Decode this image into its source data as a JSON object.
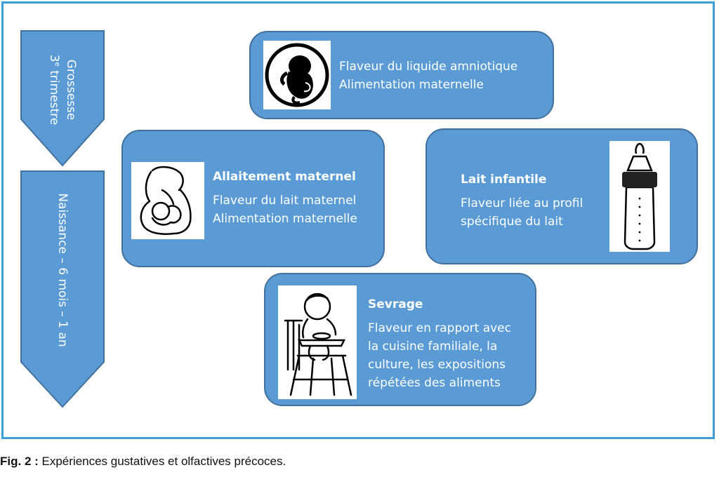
{
  "stages": {
    "pregnancy": {
      "line1": "Grossesse",
      "ordinal": "3",
      "sup": "e",
      "line2": " trimestre"
    },
    "postnatal": {
      "label": "Naissance – 6 mois – 1 an"
    }
  },
  "boxes": {
    "amniotic": {
      "icon": "fetus-icon",
      "lines": [
        "Flaveur du liquide amniotique",
        "Alimentation maternelle"
      ]
    },
    "breastfeeding": {
      "icon": "breastfeeding-icon",
      "title": "Allaitement maternel",
      "lines": [
        "Flaveur du lait maternel",
        "Alimentation maternelle"
      ]
    },
    "formula": {
      "icon": "baby-bottle-icon",
      "title": "Lait infantile",
      "lines": [
        "Flaveur liée au profil",
        "spécifique du lait"
      ]
    },
    "weaning": {
      "icon": "baby-high-chair-icon",
      "title": "Sevrage",
      "lines": [
        "Flaveur en rapport avec",
        "la cuisine familiale, la",
        "culture, les expositions",
        "répétées des aliments"
      ]
    }
  },
  "caption": {
    "label": "Fig. 2 :",
    "text": " Expériences gustatives et olfactives précoces."
  },
  "colors": {
    "box_fill": "#5b9bd5",
    "box_border": "#41719c",
    "frame": "#3c9fd8"
  }
}
